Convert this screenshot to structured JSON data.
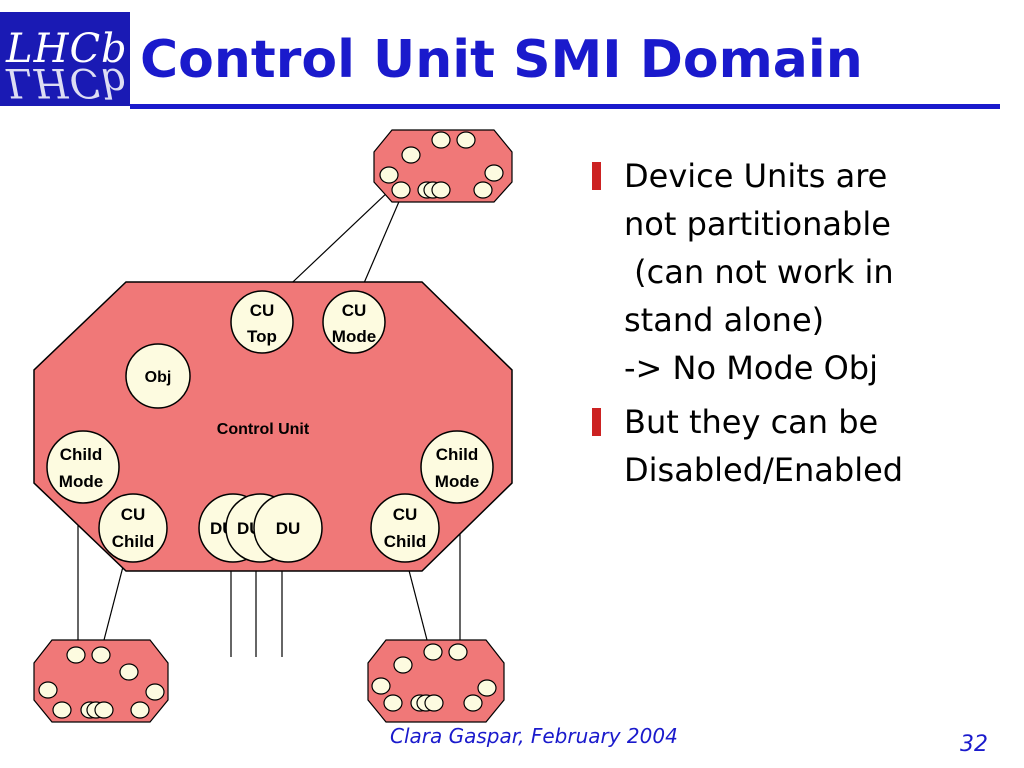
{
  "logo": {
    "text": "LHCb"
  },
  "title": "Control Unit SMI Domain",
  "bullets": [
    {
      "lines": [
        "Device Units are",
        "not partitionable",
        " (can not work in",
        "stand alone)",
        "-> No Mode Obj"
      ]
    },
    {
      "lines": [
        "But they can be",
        "Disabled/Enabled"
      ]
    }
  ],
  "diagram": {
    "control_unit_label": "Control Unit",
    "nodes": {
      "cu_top": [
        "CU",
        "Top"
      ],
      "cu_mode": [
        "CU",
        "Mode"
      ],
      "obj": "Obj",
      "child_mode_left": [
        "Child",
        "Mode"
      ],
      "child_mode_right": [
        "Child",
        "Mode"
      ],
      "cu_child_left": [
        "CU",
        "Child"
      ],
      "cu_child_right": [
        "CU",
        "Child"
      ],
      "du_back": "DU",
      "du_middle": "DU",
      "du_front": "DU"
    }
  },
  "footer": {
    "author_date": "Clara Gaspar, February 2004",
    "page_number": "32"
  },
  "colors": {
    "title_blue": "#1a1acc",
    "logo_blue": "#1a1ab4",
    "domain_fill": "#f07878",
    "node_fill": "#fdfbe0",
    "bullet_red": "#cc2222"
  }
}
